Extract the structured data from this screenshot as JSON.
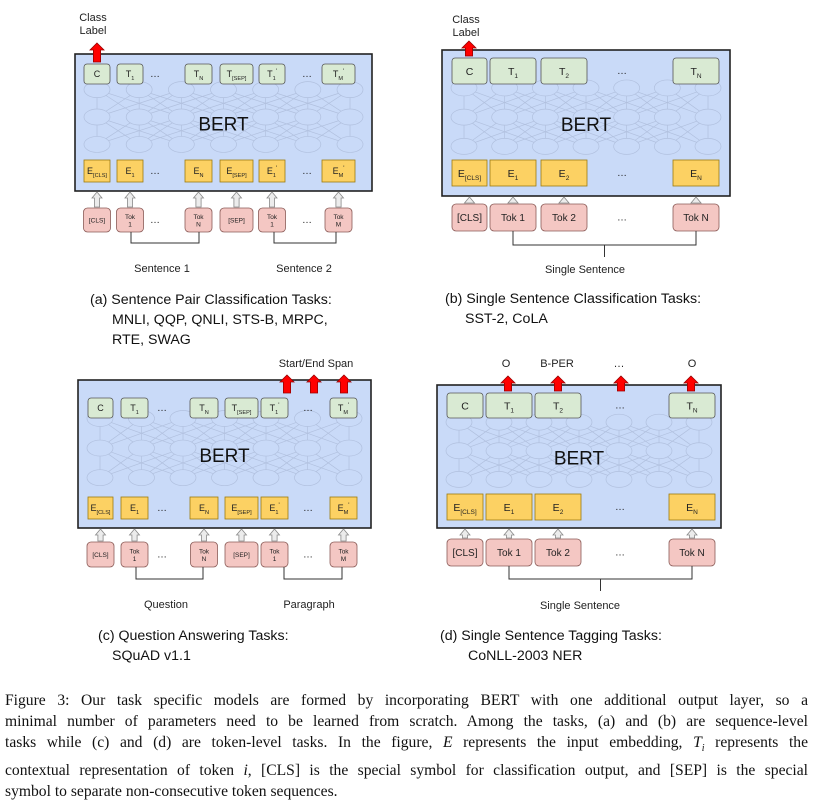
{
  "panels": [
    {
      "id": "a",
      "model_label": "BERT",
      "top_label": "Class\nLabel",
      "outputs": [
        "C",
        "T1",
        "…",
        "TN",
        "T[SEP]",
        "T1'",
        "…",
        "TM'"
      ],
      "embeddings": [
        "E[CLS]",
        "E1",
        "…",
        "EN",
        "E[SEP]",
        "E1'",
        "…",
        "EM'"
      ],
      "tokens": [
        "[CLS]",
        "Tok 1",
        "…",
        "Tok N",
        "[SEP]",
        "Tok 1",
        "…",
        "Tok M"
      ],
      "segment_labels": [
        "Sentence 1",
        "Sentence 2"
      ],
      "caption_lines": [
        "(a) Sentence Pair Classification Tasks:",
        "MNLI, QQP, QNLI, STS-B, MRPC,",
        "RTE, SWAG"
      ]
    },
    {
      "id": "b",
      "model_label": "BERT",
      "top_label": "Class\nLabel",
      "outputs": [
        "C",
        "T1",
        "T2",
        "…",
        "TN"
      ],
      "embeddings": [
        "E[CLS]",
        "E1",
        "E2",
        "…",
        "EN"
      ],
      "tokens": [
        "[CLS]",
        "Tok 1",
        "Tok 2",
        "…",
        "Tok N"
      ],
      "segment_labels": [
        "Single Sentence"
      ],
      "caption_lines": [
        "(b) Single Sentence Classification Tasks:",
        "SST-2, CoLA"
      ]
    },
    {
      "id": "c",
      "model_label": "BERT",
      "top_label": "Start/End Span",
      "outputs": [
        "C",
        "T1",
        "…",
        "TN",
        "T[SEP]",
        "T1'",
        "…",
        "TM'"
      ],
      "embeddings": [
        "E[CLS]",
        "E1",
        "…",
        "EN",
        "E[SEP]",
        "E1'",
        "…",
        "EM'"
      ],
      "tokens": [
        "[CLS]",
        "Tok 1",
        "…",
        "Tok N",
        "[SEP]",
        "Tok 1",
        "…",
        "Tok M"
      ],
      "segment_labels": [
        "Question",
        "Paragraph"
      ],
      "caption_lines": [
        "(c) Question Answering Tasks:",
        "SQuAD v1.1"
      ]
    },
    {
      "id": "d",
      "model_label": "BERT",
      "top_labels": [
        "O",
        "B-PER",
        "…",
        "O"
      ],
      "outputs": [
        "C",
        "T1",
        "T2",
        "…",
        "TN"
      ],
      "embeddings": [
        "E[CLS]",
        "E1",
        "E2",
        "…",
        "EN"
      ],
      "tokens": [
        "[CLS]",
        "Tok 1",
        "Tok 2",
        "…",
        "Tok N"
      ],
      "segment_labels": [
        "Single Sentence"
      ],
      "caption_lines": [
        "(d) Single Sentence Tagging Tasks:",
        "CoNLL-2003 NER"
      ]
    }
  ],
  "figure_caption": [
    "Figure 3:  Our task specific models are formed by incorporating BERT with one additional output layer, so a",
    "minimal number of parameters need to be learned from scratch. Among the tasks, (a) and (b) are sequence-level",
    "tasks while (c) and (d) are token-level tasks. In the figure, E represents the input embedding, Ti represents the",
    "contextual representation of token i, [CLS] is the special symbol for classification output, and [SEP] is the special",
    "symbol to separate non-consecutive token sequences."
  ],
  "colors": {
    "bert_box": "#c9daf8",
    "output_box": "#d9ead3",
    "embedding_box": "#fcd163",
    "token_box": "#f4c7c3",
    "arrow_red": "#ff0000",
    "arrow_gray": "#d9d9d9"
  }
}
